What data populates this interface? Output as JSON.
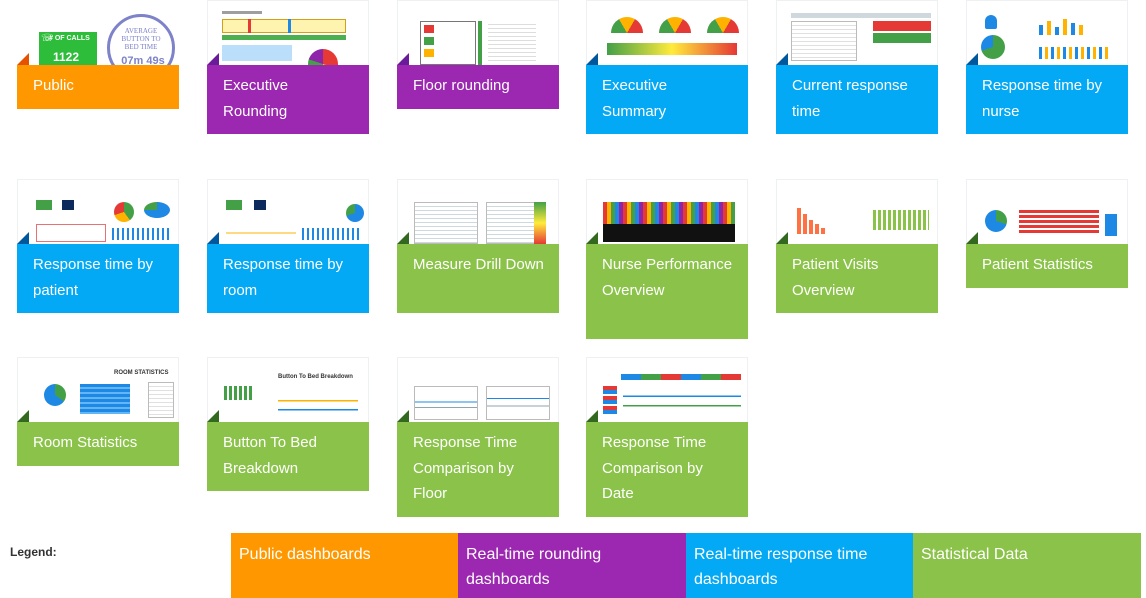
{
  "tiles": [
    {
      "label": "Public",
      "color": "#ff9800"
    },
    {
      "label": "Executive Rounding",
      "color": "#9c27b0"
    },
    {
      "label": "Floor rounding",
      "color": "#9c27b0"
    },
    {
      "label": "Executive Summary",
      "color": "#03a9f4"
    },
    {
      "label": "Current response time",
      "color": "#03a9f4"
    },
    {
      "label": "Response time by nurse",
      "color": "#03a9f4"
    },
    {
      "label": "Response time by patient",
      "color": "#03a9f4"
    },
    {
      "label": "Response time by room",
      "color": "#03a9f4"
    },
    {
      "label": "Measure Drill Down",
      "color": "#8bc34a"
    },
    {
      "label": "Nurse Performance Overview",
      "color": "#8bc34a"
    },
    {
      "label": "Patient Visits Overview",
      "color": "#8bc34a"
    },
    {
      "label": "Patient Statistics",
      "color": "#8bc34a"
    },
    {
      "label": "Room Statistics",
      "color": "#8bc34a"
    },
    {
      "label": "Button To Bed Breakdown",
      "color": "#8bc34a"
    },
    {
      "label": "Response Time Comparison by Floor",
      "color": "#8bc34a"
    },
    {
      "label": "Response Time Comparison by Date",
      "color": "#8bc34a"
    }
  ],
  "thumb_public": {
    "calls_label": "# OF CALLS",
    "calls_value": "1122",
    "avg_label": "AVERAGE BUTTON TO BED TIME",
    "avg_value": "07m 49s"
  },
  "thumb_texts": {
    "room_statistics": "ROOM STATISTICS",
    "button_to_bed": "Button To Bed Breakdown"
  },
  "legend": {
    "title": "Legend:",
    "items": [
      {
        "label": "Public dashboards",
        "color": "#ff9800"
      },
      {
        "label": "Real-time rounding dashboards",
        "color": "#9c27b0"
      },
      {
        "label": "Real-time response time dashboards",
        "color": "#03a9f4"
      },
      {
        "label": "Statistical Data",
        "color": "#8bc34a"
      }
    ]
  }
}
